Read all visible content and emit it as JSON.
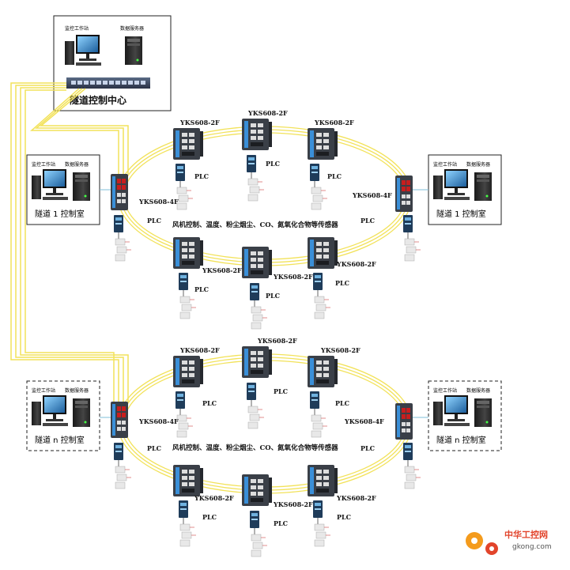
{
  "control_center": {
    "title": "隧道控制中心",
    "workstation_label": "监控工作站",
    "server_label": "数据服务器"
  },
  "rooms": [
    {
      "label": "隧道 1 控制室",
      "workstation_label": "监控工作站",
      "server_label": "数据服务器"
    },
    {
      "label": "隧道 1 控制室",
      "workstation_label": "监控工作站",
      "server_label": "数据服务器"
    },
    {
      "label": "隧道 n 控制室",
      "workstation_label": "监控工作站",
      "server_label": "数据服务器"
    },
    {
      "label": "隧道 n 控制室",
      "workstation_label": "监控工作站",
      "server_label": "数据服务器"
    }
  ],
  "rings": [
    {
      "sensor_text": "风机控制、温度、粉尘烟尘、CO、氮氧化合物等传感器",
      "labels": {
        "top_left": "YKS608-2F",
        "top_mid": "YKS608-2F",
        "top_right": "YKS608-2F",
        "left": "YKS608-4F",
        "right": "YKS608-4F",
        "bot_left": "YKS608-2F",
        "bot_mid": "YKS608-2F",
        "bot_right": "YKS608-2F"
      },
      "plc": "PLC"
    },
    {
      "sensor_text": "风机控制、温度、粉尘烟尘、CO、氮氧化合物等传感器",
      "labels": {
        "top_left": "YKS608-2F",
        "top_mid": "YKS608-2F",
        "top_right": "YKS608-2F",
        "left": "YKS608-4F",
        "right": "YKS608-4F",
        "bot_left": "YKS608-2F",
        "bot_mid": "YKS608-2F",
        "bot_right": "YKS608-2F"
      },
      "plc": "PLC"
    }
  ],
  "watermark": {
    "cn": "中华工控网",
    "en": "gkong.com"
  },
  "colors": {
    "fiber": "#f2e25a",
    "switch_body": "#3a3f47",
    "switch_accent": "#3a8fd8",
    "port_red": "#c81e1e",
    "plc_body": "#1f3c5a",
    "wm_red": "#e2442b",
    "wm_orange": "#f49b1c"
  }
}
